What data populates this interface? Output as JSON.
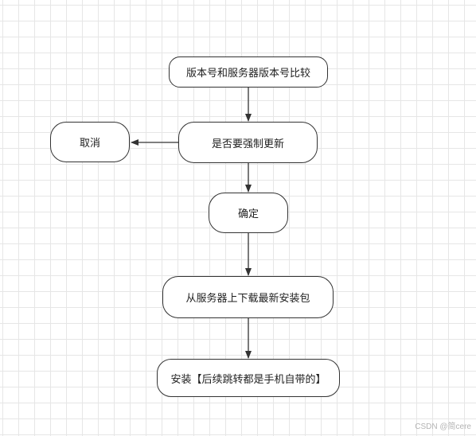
{
  "nodes": {
    "compare_version": "版本号和服务器版本号比较",
    "force_update": "是否要强制更新",
    "cancel": "取消",
    "confirm": "确定",
    "download": "从服务器上下载最新安装包",
    "install": "安装【后续跳转都是手机自带的】"
  },
  "watermark": "CSDN @简cere",
  "colors": {
    "stroke": "#333333",
    "grid": "#e6e6e6",
    "background": "#ffffff"
  }
}
